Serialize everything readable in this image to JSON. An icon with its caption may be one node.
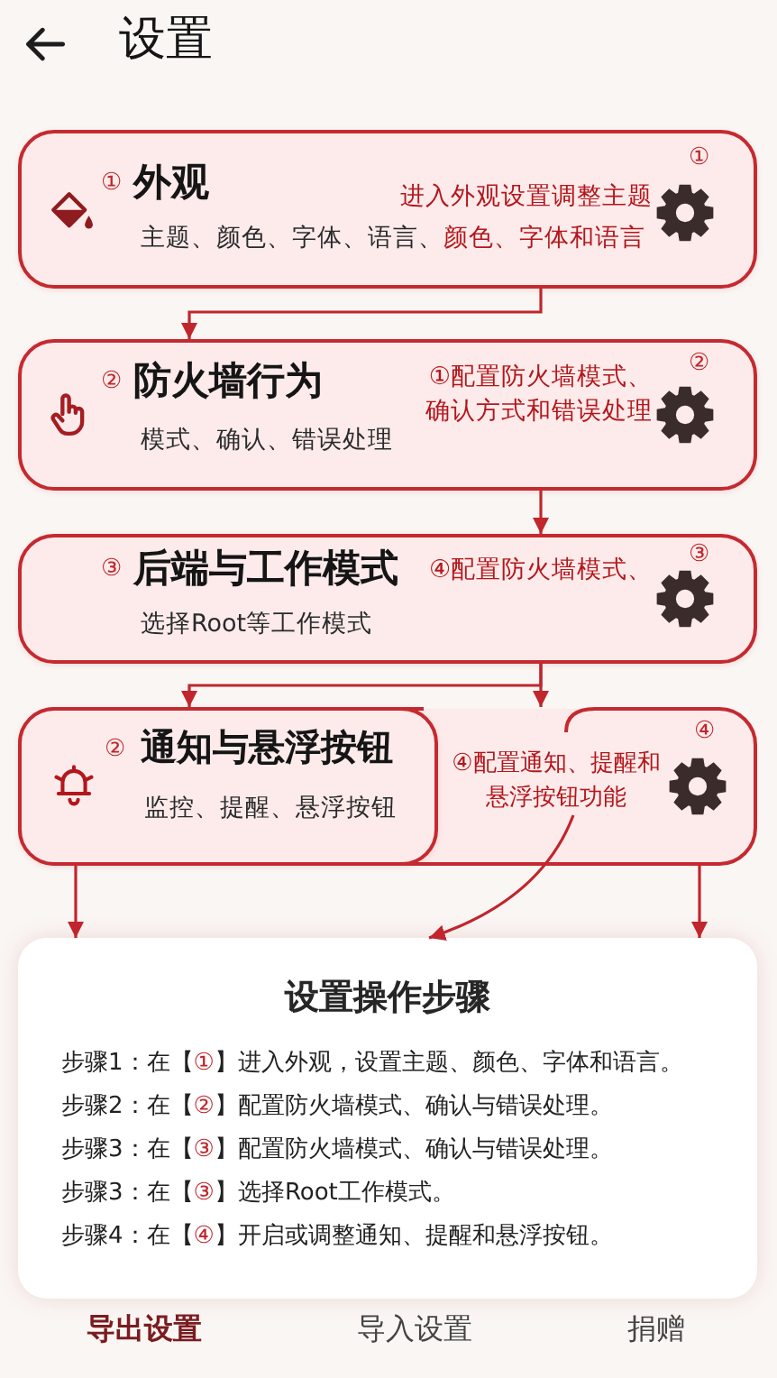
{
  "diagram": {
    "title": "设置",
    "nodes": [
      {
        "text": [
          "①",
          "外观",
          "进入外观设置调整主题",
          "主题、颜色、字体、语言、",
          "颜色、字体和语言",
          "①"
        ]
      },
      {
        "text": [
          "②",
          "防火墙行为",
          "①配置防火墙模式、确认方式和错误处理",
          "模式、确认、错误处理",
          "②"
        ]
      },
      {
        "text": [
          "③",
          "后端与工作模式",
          "④配置防火墙模式、",
          "选择Root等工作模式",
          "③"
        ]
      },
      {
        "text": [
          "④"
        ]
      },
      {
        "text": [
          "②",
          "通知与悬浮按钮",
          "监控、提醒、悬浮按钮"
        ],
        "in": 3
      },
      {
        "text": [
          "④配置通知、提醒和悬浮按钮功能"
        ],
        "in": 3
      },
      {
        "text": [
          "设置操作步骤",
          "步骤1：在【①】进入外观，设置主题、颜色、字体和语言。",
          "步骤2：在【②】配置防火墙模式、确认与错误处理。",
          "步骤3：在【③】配置防火墙模式、确认与错误处理。",
          "步骤3：在【③】选择Root工作模式。",
          "步骤4：在【④】开启或调整通知、提醒和悬浮按钮。"
        ]
      }
    ],
    "edges": [
      {
        "from": 0,
        "to": 1,
        "arrow": "to"
      },
      {
        "from": 1,
        "to": 2,
        "arrow": "to"
      },
      {
        "from": 2,
        "to": 4,
        "arrow": "to"
      },
      {
        "from": 2,
        "to": 3,
        "arrow": "to"
      },
      {
        "from": 4,
        "to": 6,
        "arrow": "to"
      },
      {
        "from": 5,
        "to": 6,
        "arrow": "to"
      },
      {
        "from": 3,
        "to": 6,
        "arrow": "to"
      }
    ],
    "labels": [
      "导出设置",
      "导入设置",
      "捐赠"
    ]
  }
}
